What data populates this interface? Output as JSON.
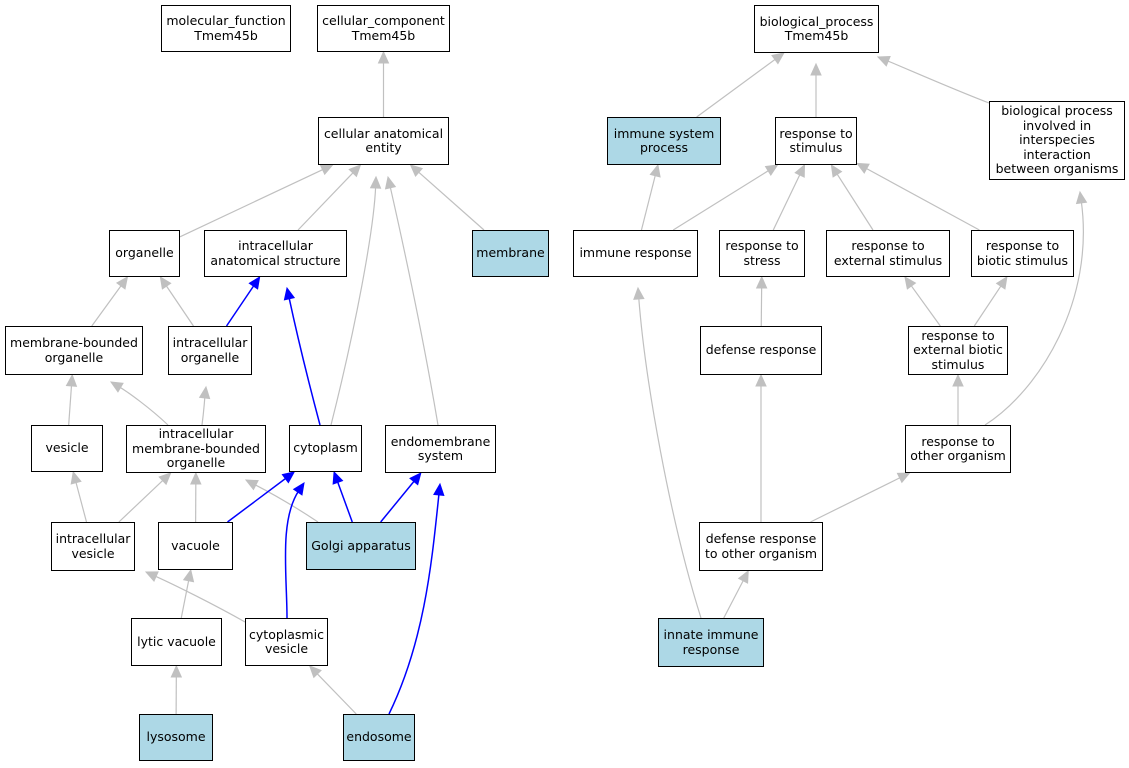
{
  "colors": {
    "node_fill": "#ffffff",
    "highlight_fill": "#add8e6",
    "node_border": "#000000",
    "edge_default": "#c0c0c0",
    "edge_emphasis": "#0000ff"
  },
  "nodes": [
    {
      "id": "molecular_function",
      "label": "molecular_function\nTmem45b",
      "highlight": false
    },
    {
      "id": "cellular_component",
      "label": "cellular_component\nTmem45b",
      "highlight": false
    },
    {
      "id": "cellular_anatomical_entity",
      "label": "cellular anatomical\nentity",
      "highlight": false
    },
    {
      "id": "organelle",
      "label": "organelle",
      "highlight": false
    },
    {
      "id": "intracellular_anatomical_structure",
      "label": "intracellular\nanatomical structure",
      "highlight": false
    },
    {
      "id": "membrane",
      "label": "membrane",
      "highlight": true
    },
    {
      "id": "membrane_bounded_organelle",
      "label": "membrane-bounded\norganelle",
      "highlight": false
    },
    {
      "id": "intracellular_organelle",
      "label": "intracellular\norganelle",
      "highlight": false
    },
    {
      "id": "vesicle",
      "label": "vesicle",
      "highlight": false
    },
    {
      "id": "intracellular_membrane_bounded_organelle",
      "label": "intracellular\nmembrane-bounded\norganelle",
      "highlight": false
    },
    {
      "id": "cytoplasm",
      "label": "cytoplasm",
      "highlight": false
    },
    {
      "id": "endomembrane_system",
      "label": "endomembrane\nsystem",
      "highlight": false
    },
    {
      "id": "intracellular_vesicle",
      "label": "intracellular\nvesicle",
      "highlight": false
    },
    {
      "id": "vacuole",
      "label": "vacuole",
      "highlight": false
    },
    {
      "id": "golgi_apparatus",
      "label": "Golgi apparatus",
      "highlight": true
    },
    {
      "id": "lytic_vacuole",
      "label": "lytic vacuole",
      "highlight": false
    },
    {
      "id": "cytoplasmic_vesicle",
      "label": "cytoplasmic\nvesicle",
      "highlight": false
    },
    {
      "id": "lysosome",
      "label": "lysosome",
      "highlight": true
    },
    {
      "id": "endosome",
      "label": "endosome",
      "highlight": true
    },
    {
      "id": "biological_process",
      "label": "biological_process\nTmem45b",
      "highlight": false
    },
    {
      "id": "immune_system_process",
      "label": "immune system\nprocess",
      "highlight": true
    },
    {
      "id": "response_to_stimulus",
      "label": "response to\nstimulus",
      "highlight": false
    },
    {
      "id": "interspecies_interaction",
      "label": "biological process\ninvolved in\ninterspecies\ninteraction\nbetween organisms",
      "highlight": false
    },
    {
      "id": "immune_response",
      "label": "immune response",
      "highlight": false
    },
    {
      "id": "response_to_stress",
      "label": "response to\nstress",
      "highlight": false
    },
    {
      "id": "response_to_external_stimulus",
      "label": "response to\nexternal stimulus",
      "highlight": false
    },
    {
      "id": "response_to_biotic_stimulus",
      "label": "response to\nbiotic stimulus",
      "highlight": false
    },
    {
      "id": "defense_response",
      "label": "defense response",
      "highlight": false
    },
    {
      "id": "response_to_external_biotic_stimulus",
      "label": "response to\nexternal biotic\nstimulus",
      "highlight": false
    },
    {
      "id": "response_to_other_organism",
      "label": "response to\nother organism",
      "highlight": false
    },
    {
      "id": "defense_response_to_other_organism",
      "label": "defense response\nto other organism",
      "highlight": false
    },
    {
      "id": "innate_immune_response",
      "label": "innate immune\nresponse",
      "highlight": true
    }
  ],
  "edges": [
    {
      "from": "cellular_anatomical_entity",
      "to": "cellular_component",
      "emphasis": false
    },
    {
      "from": "organelle",
      "to": "cellular_anatomical_entity",
      "emphasis": false
    },
    {
      "from": "intracellular_anatomical_structure",
      "to": "cellular_anatomical_entity",
      "emphasis": false
    },
    {
      "from": "membrane",
      "to": "cellular_anatomical_entity",
      "emphasis": false
    },
    {
      "from": "cytoplasm",
      "to": "cellular_anatomical_entity",
      "emphasis": false
    },
    {
      "from": "endomembrane_system",
      "to": "cellular_anatomical_entity",
      "emphasis": false
    },
    {
      "from": "membrane_bounded_organelle",
      "to": "organelle",
      "emphasis": false
    },
    {
      "from": "intracellular_organelle",
      "to": "organelle",
      "emphasis": false
    },
    {
      "from": "intracellular_organelle",
      "to": "intracellular_anatomical_structure",
      "emphasis": true
    },
    {
      "from": "cytoplasm",
      "to": "intracellular_anatomical_structure",
      "emphasis": true
    },
    {
      "from": "vesicle",
      "to": "membrane_bounded_organelle",
      "emphasis": false
    },
    {
      "from": "intracellular_membrane_bounded_organelle",
      "to": "membrane_bounded_organelle",
      "emphasis": false
    },
    {
      "from": "intracellular_membrane_bounded_organelle",
      "to": "intracellular_organelle",
      "emphasis": false
    },
    {
      "from": "intracellular_vesicle",
      "to": "vesicle",
      "emphasis": false
    },
    {
      "from": "intracellular_vesicle",
      "to": "intracellular_membrane_bounded_organelle",
      "emphasis": false
    },
    {
      "from": "vacuole",
      "to": "intracellular_membrane_bounded_organelle",
      "emphasis": false
    },
    {
      "from": "golgi_apparatus",
      "to": "intracellular_membrane_bounded_organelle",
      "emphasis": false
    },
    {
      "from": "vacuole",
      "to": "cytoplasm",
      "emphasis": true
    },
    {
      "from": "cytoplasmic_vesicle",
      "to": "cytoplasm",
      "emphasis": true
    },
    {
      "from": "golgi_apparatus",
      "to": "cytoplasm",
      "emphasis": true
    },
    {
      "from": "golgi_apparatus",
      "to": "endomembrane_system",
      "emphasis": true
    },
    {
      "from": "endosome",
      "to": "endomembrane_system",
      "emphasis": true
    },
    {
      "from": "lytic_vacuole",
      "to": "vacuole",
      "emphasis": false
    },
    {
      "from": "cytoplasmic_vesicle",
      "to": "intracellular_vesicle",
      "emphasis": false
    },
    {
      "from": "lysosome",
      "to": "lytic_vacuole",
      "emphasis": false
    },
    {
      "from": "endosome",
      "to": "cytoplasmic_vesicle",
      "emphasis": false
    },
    {
      "from": "immune_system_process",
      "to": "biological_process",
      "emphasis": false
    },
    {
      "from": "response_to_stimulus",
      "to": "biological_process",
      "emphasis": false
    },
    {
      "from": "interspecies_interaction",
      "to": "biological_process",
      "emphasis": false
    },
    {
      "from": "immune_response",
      "to": "immune_system_process",
      "emphasis": false
    },
    {
      "from": "immune_response",
      "to": "response_to_stimulus",
      "emphasis": false
    },
    {
      "from": "response_to_stress",
      "to": "response_to_stimulus",
      "emphasis": false
    },
    {
      "from": "response_to_external_stimulus",
      "to": "response_to_stimulus",
      "emphasis": false
    },
    {
      "from": "response_to_biotic_stimulus",
      "to": "response_to_stimulus",
      "emphasis": false
    },
    {
      "from": "defense_response",
      "to": "response_to_stress",
      "emphasis": false
    },
    {
      "from": "response_to_external_biotic_stimulus",
      "to": "response_to_external_stimulus",
      "emphasis": false
    },
    {
      "from": "response_to_external_biotic_stimulus",
      "to": "response_to_biotic_stimulus",
      "emphasis": false
    },
    {
      "from": "response_to_other_organism",
      "to": "response_to_external_biotic_stimulus",
      "emphasis": false
    },
    {
      "from": "response_to_other_organism",
      "to": "interspecies_interaction",
      "emphasis": false
    },
    {
      "from": "defense_response_to_other_organism",
      "to": "defense_response",
      "emphasis": false
    },
    {
      "from": "defense_response_to_other_organism",
      "to": "response_to_other_organism",
      "emphasis": false
    },
    {
      "from": "innate_immune_response",
      "to": "defense_response_to_other_organism",
      "emphasis": false
    },
    {
      "from": "innate_immune_response",
      "to": "immune_response",
      "emphasis": false
    }
  ]
}
